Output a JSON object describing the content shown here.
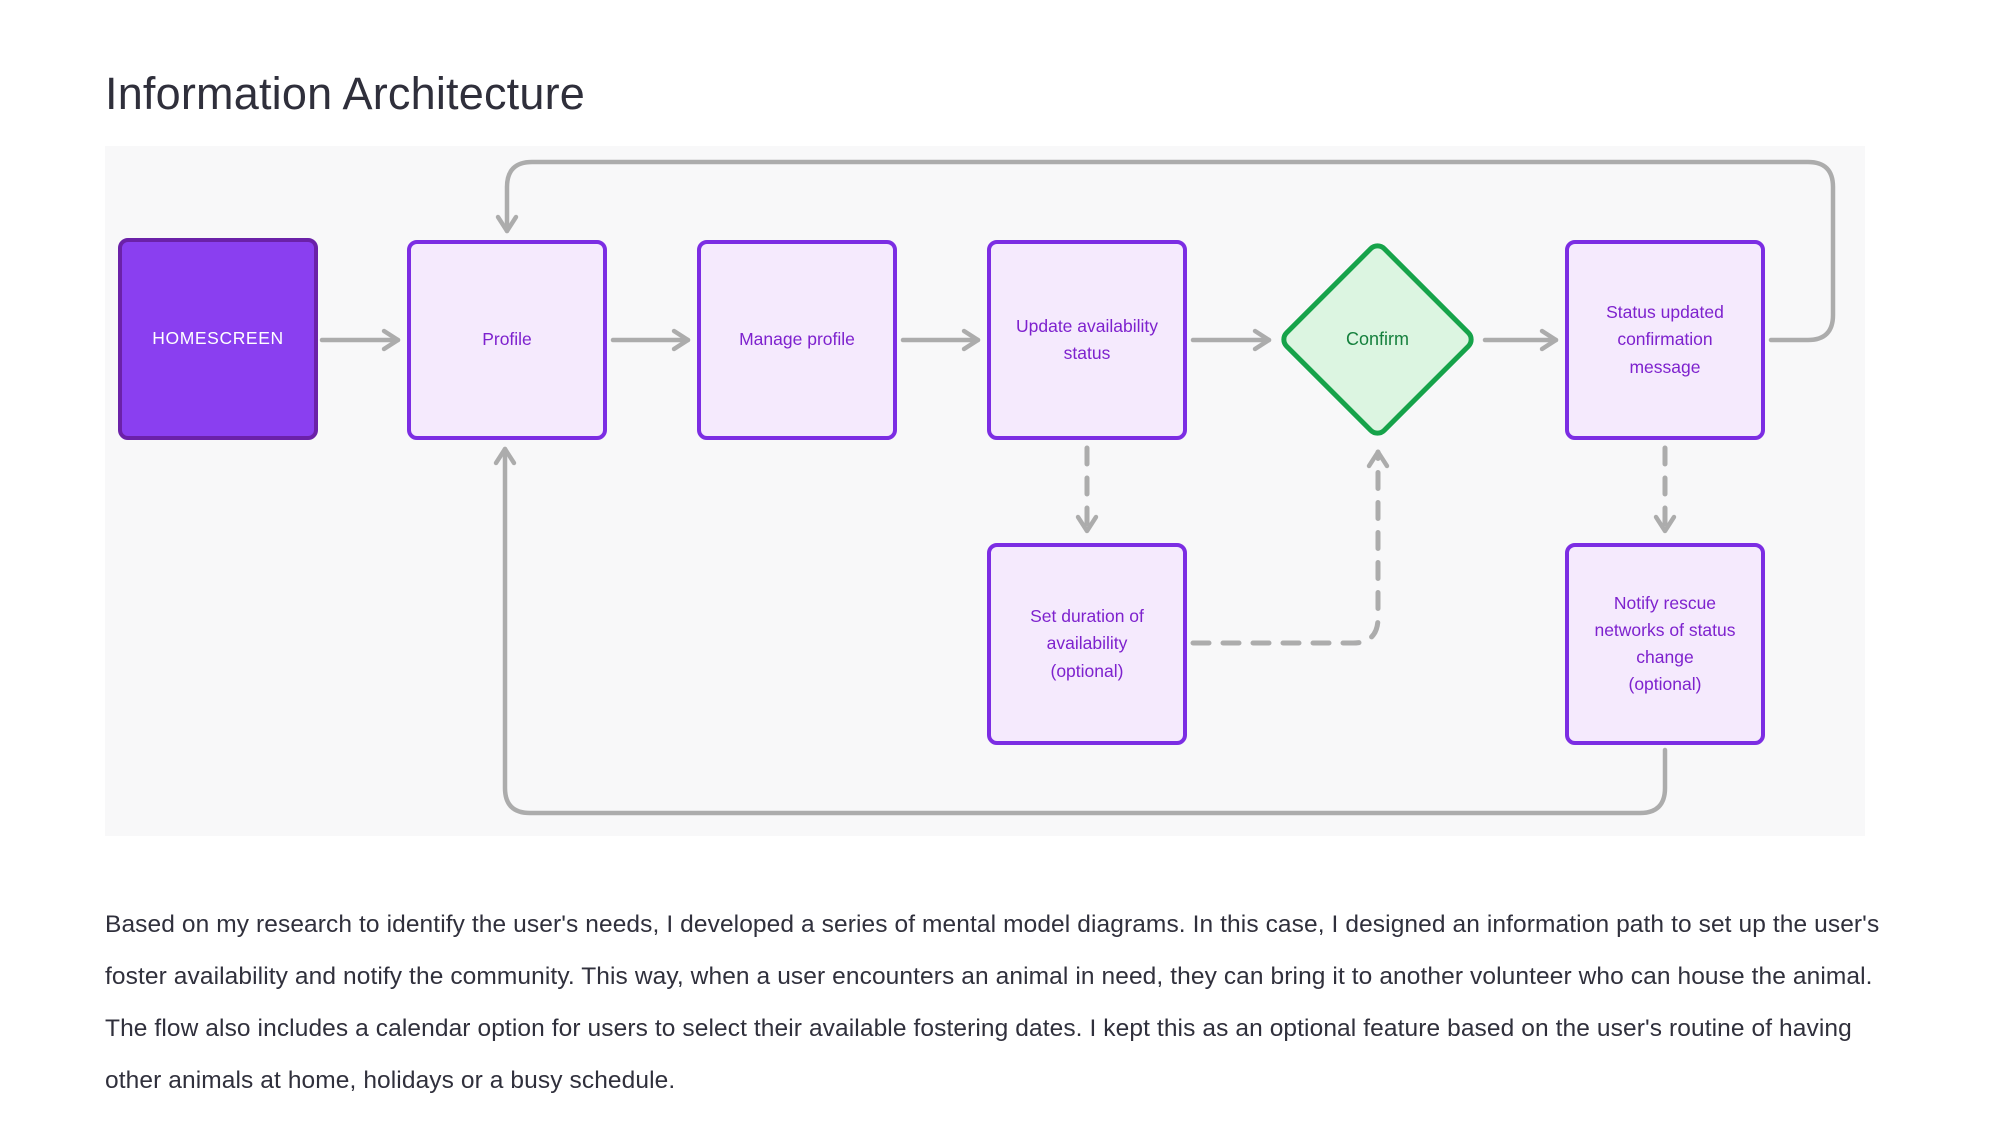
{
  "page": {
    "title": "Information Architecture",
    "description": "Based on my research to identify the user's needs, I developed a series of mental model diagrams. In this case, I designed an information path to set up the user's foster availability and notify the community. This way, when a user encounters an animal in need, they can bring it to another volunteer who can house the animal. The flow also includes a calendar option for users to select their available fostering dates. I kept this as an optional feature based on the user's routine of having other animals at home, holidays or a busy schedule."
  },
  "diagram": {
    "type": "flowchart",
    "nodes": {
      "homescreen": {
        "label": "HOMESCREEN",
        "shape": "rect",
        "style": "primary"
      },
      "profile": {
        "label": "Profile",
        "shape": "rect",
        "style": "process"
      },
      "manage_profile": {
        "label": "Manage profile",
        "shape": "rect",
        "style": "process"
      },
      "update_availability": {
        "label": "Update availability\nstatus",
        "shape": "rect",
        "style": "process"
      },
      "confirm": {
        "label": "Confirm",
        "shape": "diamond",
        "style": "decision"
      },
      "status_updated": {
        "label": "Status updated\nconfirmation\nmessage",
        "shape": "rect",
        "style": "process"
      },
      "set_duration": {
        "label": "Set duration of\navailability\n(optional)",
        "shape": "rect",
        "style": "process"
      },
      "notify_rescue": {
        "label": "Notify rescue\nnetworks of status\nchange\n(optional)",
        "shape": "rect",
        "style": "process"
      }
    },
    "edges": [
      {
        "from": "homescreen",
        "to": "profile",
        "style": "solid"
      },
      {
        "from": "profile",
        "to": "manage_profile",
        "style": "solid"
      },
      {
        "from": "manage_profile",
        "to": "update_availability",
        "style": "solid"
      },
      {
        "from": "update_availability",
        "to": "confirm",
        "style": "solid"
      },
      {
        "from": "confirm",
        "to": "status_updated",
        "style": "solid"
      },
      {
        "from": "update_availability",
        "to": "set_duration",
        "style": "dashed"
      },
      {
        "from": "set_duration",
        "to": "confirm",
        "style": "dashed"
      },
      {
        "from": "status_updated",
        "to": "notify_rescue",
        "style": "dashed"
      },
      {
        "from": "status_updated",
        "to": "profile",
        "style": "solid-loop-top"
      },
      {
        "from": "notify_rescue",
        "to": "profile",
        "style": "solid-loop-bottom"
      }
    ]
  },
  "theme": {
    "primary_node_fill": "#8A3FF0",
    "primary_node_border": "#6B21A8",
    "node_fill": "#F5EAFD",
    "node_border": "#7C2DE3",
    "node_text": "#7E22CE",
    "decision_fill": "#DCF5E1",
    "decision_border": "#16A34A",
    "decision_text": "#15803D",
    "connector": "#ACACAC",
    "canvas_bg": "#F8F8F9",
    "heading_text": "#2F2F3B",
    "body_text": "#30303C"
  }
}
